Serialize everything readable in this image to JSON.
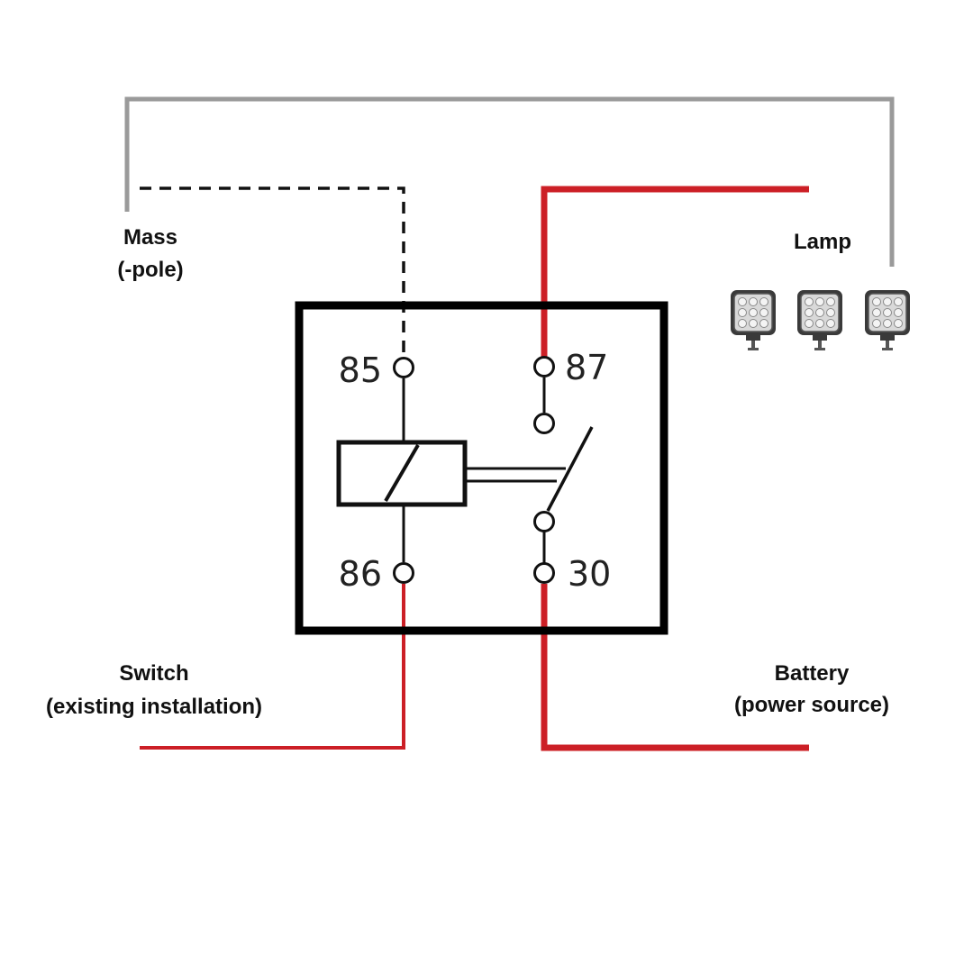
{
  "labels": {
    "mass_line1": "Mass",
    "mass_line2": "(-pole)",
    "lamp": "Lamp",
    "switch_line1": "Switch",
    "switch_line2": "(existing installation)",
    "battery_line1": "Battery",
    "battery_line2": "(power source)"
  },
  "pins": {
    "p85": "85",
    "p86": "86",
    "p87": "87",
    "p30": "30"
  },
  "colors": {
    "ground_wire": "#111111",
    "lamp_return_wire": "#9a9a9a",
    "power_wire": "#cc1f26",
    "relay_outline": "#000000"
  },
  "lamps": {
    "count": 3,
    "icon": "led-work-light-icon"
  }
}
